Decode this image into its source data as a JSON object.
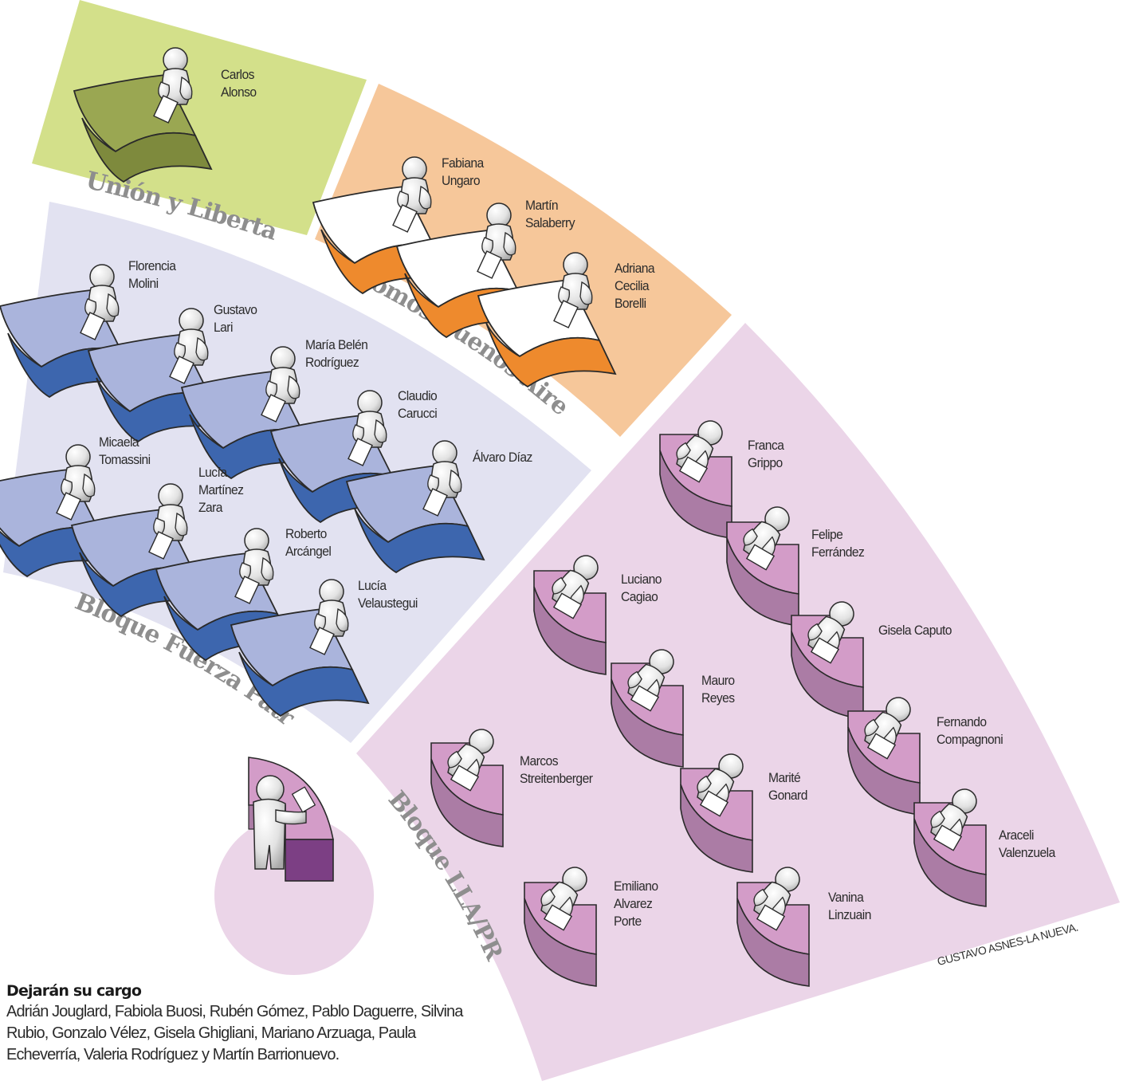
{
  "colors": {
    "union_bg": "#d3e08a",
    "union_top": "#9aa752",
    "union_front": "#7e8a3d",
    "sba_bg": "#f6c79a",
    "sba_top": "#ffffff",
    "sba_front": "#ee8a2d",
    "fp_bg": "#e2e2f1",
    "fp_top": "#aab4dc",
    "fp_front": "#3d66ae",
    "lla_bg": "#ebd5e8",
    "lla_top": "#d39cc8",
    "lla_front": "#ab7ca5",
    "president_dark": "#7c3f84",
    "outline": "#2a2a2a",
    "title_gray": "#8e8e8e"
  },
  "blocs": [
    {
      "id": "union",
      "title": "Unión y Libertad",
      "members": [
        "Carlos\nAlonso"
      ]
    },
    {
      "id": "sba",
      "title": "Somos Buenos Aires",
      "members": [
        "Fabiana\nUngaro",
        "Martín\nSalaberry",
        "Adriana\nCecilia\nBorelli"
      ]
    },
    {
      "id": "fp",
      "title": "Bloque Fuerza Patria",
      "members": [
        "Florencia\nMolini",
        "Gustavo\nLari",
        "María Belén\nRodríguez",
        "Claudio\nCarucci",
        "Álvaro Díaz",
        "Micaela\nTomassini",
        "Lucía\nMartínez\nZara",
        "Roberto\nArcángel",
        "Lucía\nVelaustegui"
      ]
    },
    {
      "id": "lla",
      "title": "Bloque LLA/PRO",
      "members": [
        "Franca\nGrippo",
        "Felipe\nFerrández",
        "Gisela Caputo",
        "Fernando\nCompagnoni",
        "Araceli\nValenzuela",
        "Luciano\nCagiao",
        "Mauro\nReyes",
        "Marité\nGonard",
        "Marcos\nStreitenberger",
        "Emiliano\nAlvarez\nPorte",
        "Vanina\nLinzuain"
      ]
    }
  ],
  "leaving": {
    "title": "Dejarán su cargo",
    "text": "Adrián Jouglard, Fabiola Buosi, Rubén Gómez, Pablo Daguerre, Silvina Rubio, Gonzalo Vélez, Gisela Ghigliani, Mariano Arzuaga, Paula Echeverría, Valeria Rodríguez y Martín Barrionuevo."
  },
  "credit": "GUSTAVO ASNES-LA NUEVA."
}
